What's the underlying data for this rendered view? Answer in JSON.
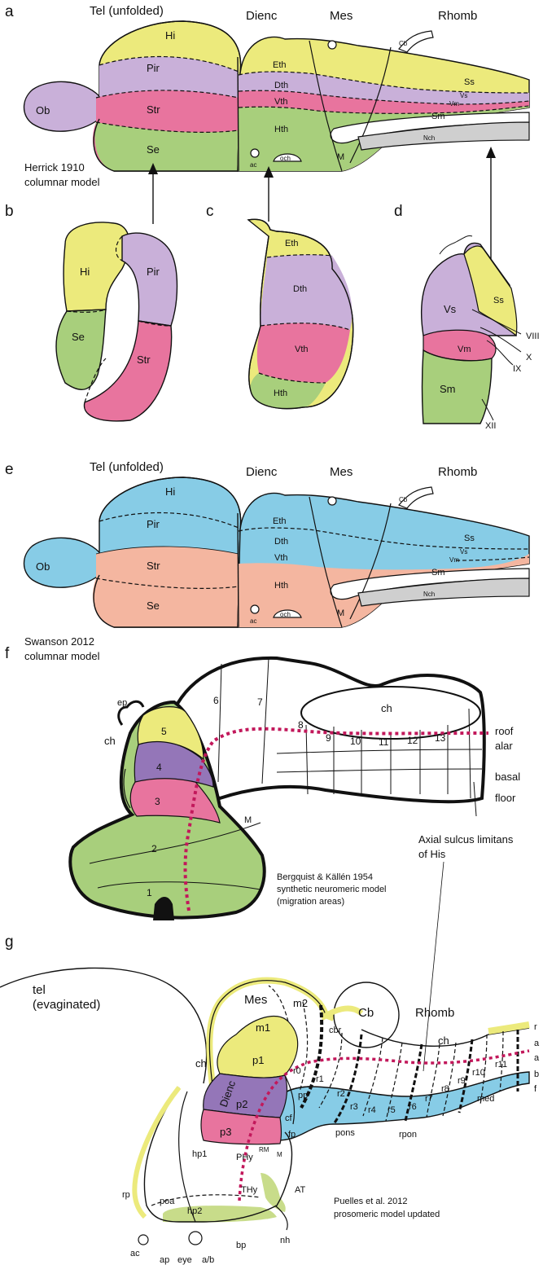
{
  "colors": {
    "yellow": "#ecea7c",
    "lilac": "#c9b0d9",
    "pink": "#e8749e",
    "green": "#a8cf7c",
    "blue": "#87cce6",
    "salmon": "#f4b6a0",
    "purple": "#9476b8",
    "grey": "#cfcfcf",
    "red_dotted": "#c2185b"
  },
  "panels": {
    "a": "a",
    "b": "b",
    "c": "c",
    "d": "d",
    "e": "e",
    "f": "f",
    "g": "g"
  },
  "a": {
    "headers": {
      "tel": "Tel (unfolded)",
      "dienc": "Dienc",
      "mes": "Mes",
      "rhomb": "Rhomb"
    },
    "labels": {
      "ob": "Ob",
      "hi": "Hi",
      "pir": "Pir",
      "str": "Str",
      "se": "Se",
      "eth": "Eth",
      "dth": "Dth",
      "vth": "Vth",
      "hth": "Hth",
      "ac": "ac",
      "och": "och",
      "m": "M",
      "cb": "Cb",
      "ss": "Ss",
      "vs": "Vs",
      "vm": "Vm",
      "sm": "Sm",
      "nch": "Nch"
    },
    "caption": [
      "Herrick 1910",
      "columnar model"
    ]
  },
  "b": {
    "hi": "Hi",
    "pir": "Pir",
    "se": "Se",
    "str": "Str"
  },
  "c": {
    "eth": "Eth",
    "dth": "Dth",
    "vth": "Vth",
    "hth": "Hth"
  },
  "d": {
    "ss": "Ss",
    "vs": "Vs",
    "vm": "Vm",
    "sm": "Sm",
    "viii": "VIII",
    "x": "X",
    "ix": "IX",
    "xii": "XII"
  },
  "e": {
    "headers": {
      "tel": "Tel (unfolded)",
      "dienc": "Dienc",
      "mes": "Mes",
      "rhomb": "Rhomb"
    },
    "labels": {
      "ob": "Ob",
      "hi": "Hi",
      "pir": "Pir",
      "str": "Str",
      "se": "Se",
      "eth": "Eth",
      "dth": "Dth",
      "vth": "Vth",
      "hth": "Hth",
      "ac": "ac",
      "och": "och",
      "m": "M",
      "cb": "Cb",
      "ss": "Ss",
      "vs": "Vs",
      "vm": "Vm",
      "sm": "Sm",
      "nch": "Nch"
    },
    "caption": [
      "Swanson 2012",
      "columnar model"
    ]
  },
  "f": {
    "ch_top": "ch",
    "ep": "ep",
    "ch_left": "ch",
    "m": "M",
    "numbers": [
      "1",
      "2",
      "3",
      "4",
      "5",
      "6",
      "7",
      "8",
      "9",
      "10",
      "11",
      "12",
      "13"
    ],
    "zones": {
      "roof": "roof",
      "alar": "alar",
      "basal": "basal",
      "floor": "floor"
    },
    "axial": [
      "Axial sulcus limitans",
      "of His"
    ],
    "caption": [
      "Bergquist & Källén 1954",
      "synthetic neuromeric model",
      "(migration areas)"
    ]
  },
  "g": {
    "tel": [
      "tel",
      "(evaginated)"
    ],
    "mes": "Mes",
    "cb": "Cb",
    "rhomb": "Rhomb",
    "m2": "m2",
    "m1": "m1",
    "cbr": "cbr",
    "ch": "ch",
    "dienc": "Dienc",
    "p1": "p1",
    "p2": "p2",
    "p3": "p3",
    "ch_left": "ch",
    "r": [
      "r0",
      "r1",
      "r2",
      "r3",
      "r4",
      "r5",
      "r6",
      "r7",
      "r8",
      "r9",
      "r10",
      "r11"
    ],
    "pp": "pp",
    "cf": "cf",
    "fp": "fp",
    "rm": "RM",
    "m": "M",
    "phy": "PHy",
    "thy": "THy",
    "at": "AT",
    "hp1": "hp1",
    "hp2": "hp2",
    "poa": "poa",
    "rp": "rp",
    "ac": "ac",
    "ap": "ap",
    "eye": "eye",
    "ab": "a/b",
    "bp": "bp",
    "nh": "nh",
    "pons": "pons",
    "rpon": "rpon",
    "med": "med",
    "edge": [
      "r",
      "a",
      "a",
      "b",
      "f"
    ],
    "caption": [
      "Puelles et al. 2012",
      "prosomeric model updated"
    ]
  }
}
